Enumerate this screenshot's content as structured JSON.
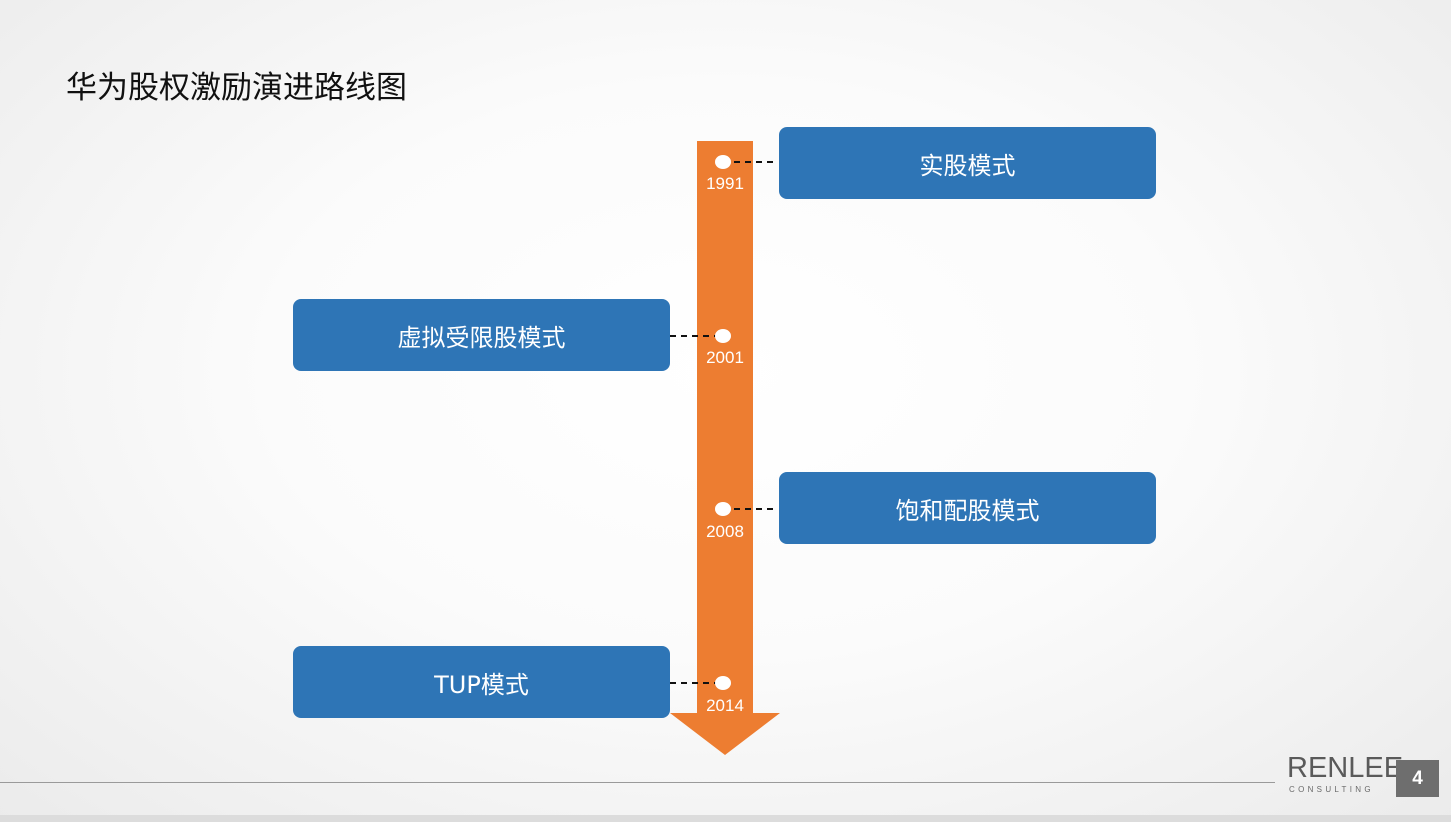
{
  "title": "华为股权激励演进路线图",
  "colors": {
    "arrow": "#ED7D31",
    "box": "#2E75B6",
    "box_text": "#FFFFFF",
    "dot": "#FFFFFF",
    "connector": "#111111"
  },
  "timeline": [
    {
      "year": "1991",
      "label": "实股模式",
      "side": "right"
    },
    {
      "year": "2001",
      "label": "虚拟受限股模式",
      "side": "left"
    },
    {
      "year": "2008",
      "label": "饱和配股模式",
      "side": "right"
    },
    {
      "year": "2014",
      "label": "TUP模式",
      "side": "left"
    }
  ],
  "footer": {
    "logo": "RENLEE",
    "logo_sub": "CONSULTING",
    "page_number": "4"
  }
}
